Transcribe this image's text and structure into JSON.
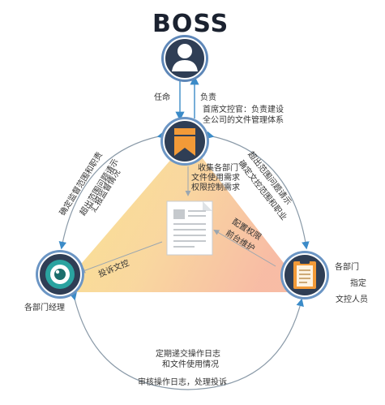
{
  "boss": {
    "title": "BOSS"
  },
  "labels": {
    "appoint": "任命",
    "responsible": "负责",
    "chief_role_line1": "首席文控官：负责建设",
    "chief_role_line2": "全公司的文件管理体系",
    "collect_line1": "收集各部门",
    "collect_line2": "文件使用需求",
    "collect_line3": "权限控制需求",
    "config_line1": "配置权限",
    "config_line2": "前台维护",
    "complaint": "投诉文控",
    "left_arc_outer": "确定监督范围和职责",
    "left_arc_inner1": "超出范围问题请示",
    "left_arc_inner2": "汇报监督情况",
    "right_arc_outer": "超出范围问题请示",
    "right_arc_inner": "确定文控范围和职业",
    "dept_manager": "各部门经理",
    "dept_line1": "各部门",
    "dept_line2": "指定",
    "dept_line3": "文控人员",
    "bottom_line1": "定期递交操作日志",
    "bottom_line2": "和文件使用情况",
    "bottom_line3": "审核操作日志，处理投诉"
  },
  "colors": {
    "navy": "#2f3e55",
    "orange": "#f29a38",
    "teal": "#2aa3a0",
    "blue_ring": "#3a8fd0",
    "arc": "#8a9aa8"
  },
  "icons": {
    "boss": "user-icon",
    "chief": "bookmark-icon",
    "manager": "eye-icon",
    "staff": "clipboard-icon",
    "center": "document-icon"
  }
}
